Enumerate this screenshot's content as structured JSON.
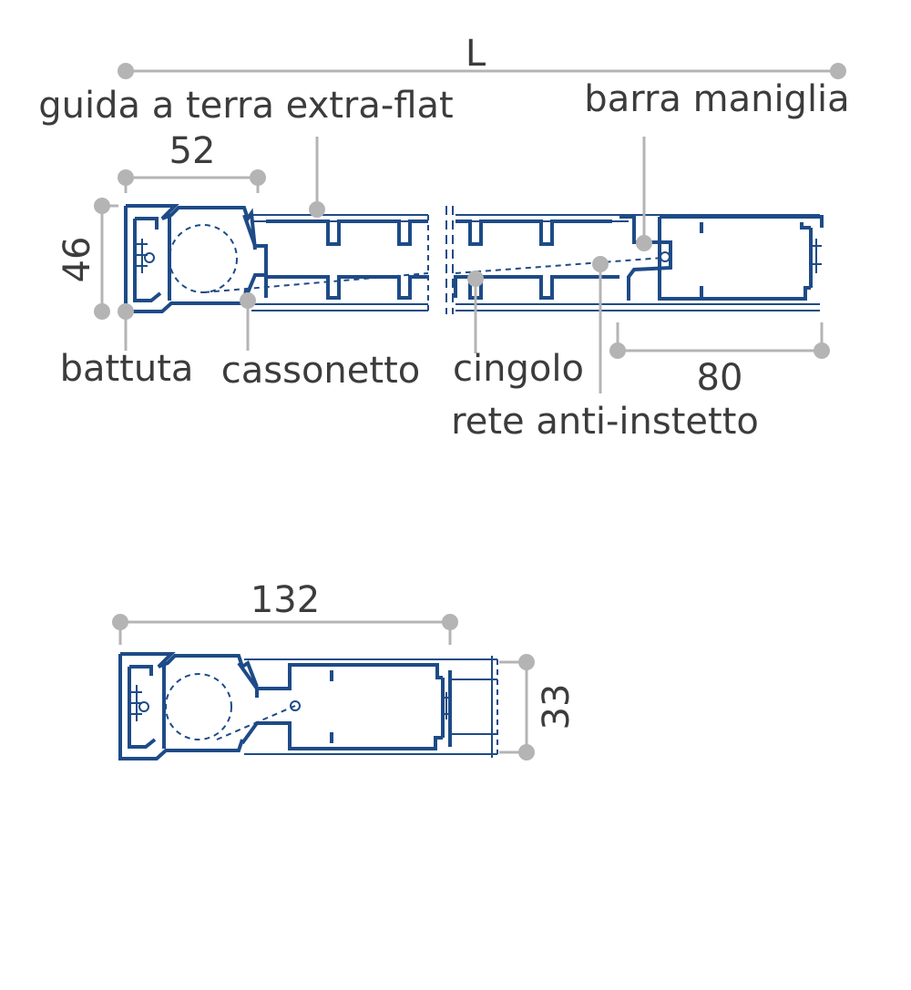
{
  "top_view": {
    "dim_length": "L",
    "dim_width": "52",
    "dim_height": "46",
    "dim_handle": "80",
    "labels": {
      "floor_guide": "guida a terra extra-flat",
      "handle_bar": "barra maniglia",
      "stop": "battuta",
      "box": "cassonetto",
      "belt": "cingolo",
      "insect_net": "rete anti-instetto"
    }
  },
  "bottom_view": {
    "dim_closed_length": "132",
    "dim_closed_height": "33"
  },
  "colors": {
    "profile": "#1e4b87",
    "dimension": "#b4b4b4",
    "text": "#3c3c3c"
  }
}
